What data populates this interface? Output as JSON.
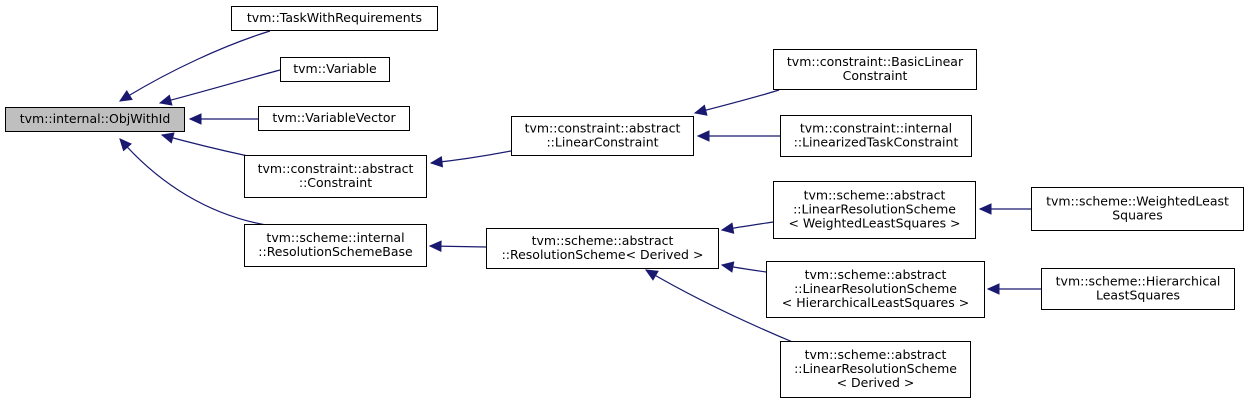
{
  "diagram": {
    "nodes": [
      {
        "id": "objwithid",
        "lines": [
          "tvm::internal::ObjWithId"
        ],
        "root": true
      },
      {
        "id": "task_with_requirements",
        "lines": [
          "tvm::TaskWithRequirements"
        ]
      },
      {
        "id": "variable",
        "lines": [
          "tvm::Variable"
        ]
      },
      {
        "id": "variable_vector",
        "lines": [
          "tvm::VariableVector"
        ]
      },
      {
        "id": "constraint",
        "lines": [
          "tvm::constraint::abstract",
          "::Constraint"
        ]
      },
      {
        "id": "resolution_scheme_base",
        "lines": [
          "tvm::scheme::internal",
          "::ResolutionSchemeBase"
        ]
      },
      {
        "id": "linear_constraint",
        "lines": [
          "tvm::constraint::abstract",
          "::LinearConstraint"
        ]
      },
      {
        "id": "resolution_scheme",
        "lines": [
          "tvm::scheme::abstract",
          "::ResolutionScheme< Derived >"
        ]
      },
      {
        "id": "basic_linear_constraint",
        "lines": [
          "tvm::constraint::BasicLinear",
          "Constraint"
        ]
      },
      {
        "id": "linearized_task_constraint",
        "lines": [
          "tvm::constraint::internal",
          "::LinearizedTaskConstraint"
        ]
      },
      {
        "id": "lrs_weighted",
        "lines": [
          "tvm::scheme::abstract",
          "::LinearResolutionScheme",
          "< WeightedLeastSquares >"
        ]
      },
      {
        "id": "lrs_hierarchical",
        "lines": [
          "tvm::scheme::abstract",
          "::LinearResolutionScheme",
          "< HierarchicalLeastSquares >"
        ]
      },
      {
        "id": "lrs_derived",
        "lines": [
          "tvm::scheme::abstract",
          "::LinearResolutionScheme",
          "< Derived >"
        ]
      },
      {
        "id": "weighted_least_squares",
        "lines": [
          "tvm::scheme::WeightedLeast",
          "Squares"
        ]
      },
      {
        "id": "hierarchical_least_squares",
        "lines": [
          "tvm::scheme::Hierarchical",
          "LeastSquares"
        ]
      }
    ],
    "edges": [
      {
        "from": "task_with_requirements",
        "to": "objwithid"
      },
      {
        "from": "variable",
        "to": "objwithid"
      },
      {
        "from": "variable_vector",
        "to": "objwithid"
      },
      {
        "from": "constraint",
        "to": "objwithid"
      },
      {
        "from": "resolution_scheme_base",
        "to": "objwithid"
      },
      {
        "from": "linear_constraint",
        "to": "constraint"
      },
      {
        "from": "resolution_scheme",
        "to": "resolution_scheme_base"
      },
      {
        "from": "basic_linear_constraint",
        "to": "linear_constraint"
      },
      {
        "from": "linearized_task_constraint",
        "to": "linear_constraint"
      },
      {
        "from": "lrs_weighted",
        "to": "resolution_scheme"
      },
      {
        "from": "lrs_hierarchical",
        "to": "resolution_scheme"
      },
      {
        "from": "lrs_derived",
        "to": "resolution_scheme"
      },
      {
        "from": "weighted_least_squares",
        "to": "lrs_weighted"
      },
      {
        "from": "hierarchical_least_squares",
        "to": "lrs_hierarchical"
      }
    ],
    "colors": {
      "edge": "#191970",
      "root_fill": "#bfbfbf",
      "node_fill": "#ffffff",
      "border": "#000000"
    }
  }
}
